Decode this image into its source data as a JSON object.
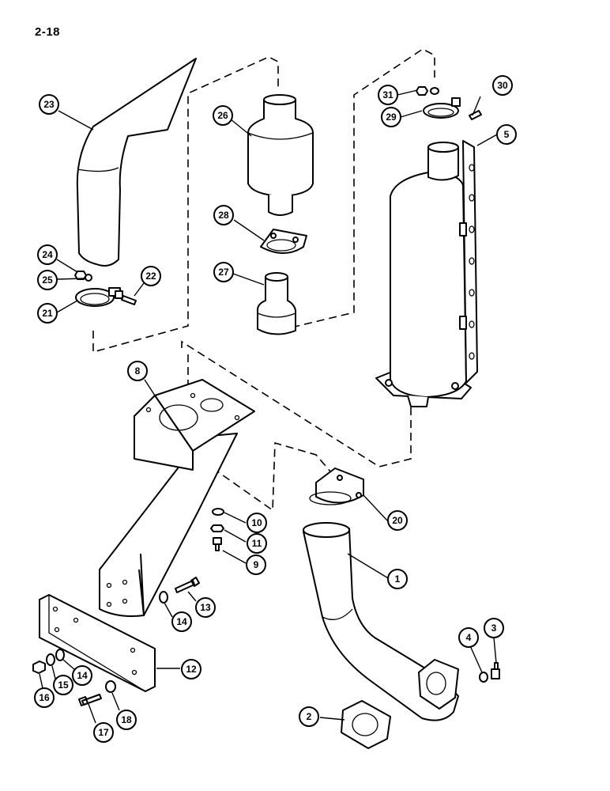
{
  "page_number": "2-18",
  "callouts": [
    "1",
    "2",
    "3",
    "4",
    "5",
    "8",
    "9",
    "10",
    "11",
    "12",
    "13",
    "14",
    "14",
    "15",
    "16",
    "17",
    "18",
    "20",
    "21",
    "22",
    "23",
    "24",
    "25",
    "26",
    "27",
    "28",
    "29",
    "30",
    "31"
  ]
}
